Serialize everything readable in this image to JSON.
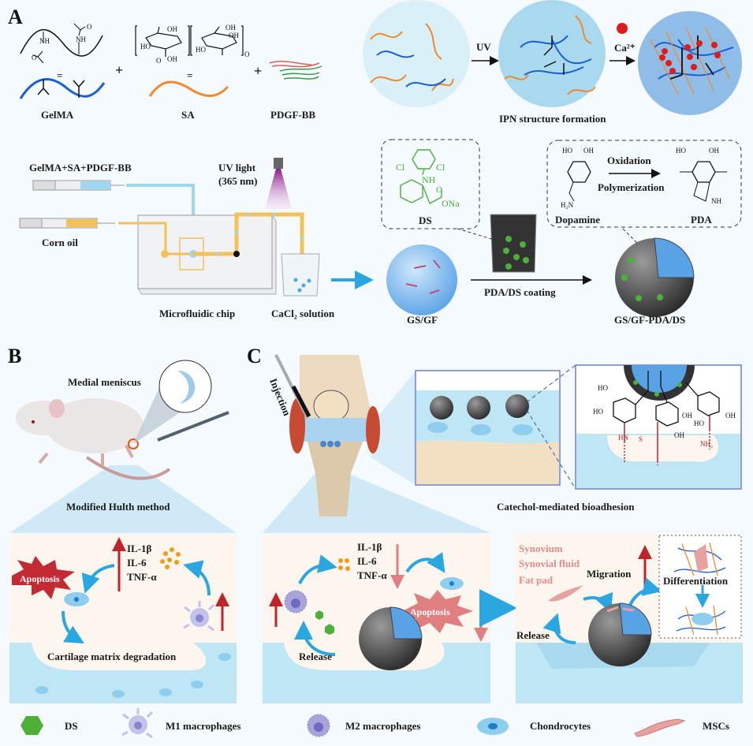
{
  "panels": {
    "A": {
      "letter": "A",
      "components": {
        "gelma": "GelMA",
        "sa": "SA",
        "pdgf": "PDGF-BB",
        "plus": "+",
        "equals": "="
      },
      "ipn": {
        "uv": "UV",
        "ca": "Ca²⁺",
        "caption": "IPN structure formation"
      },
      "chip": {
        "inlet1": "GelMA+SA+PDGF-BB",
        "inlet2": "Corn oil",
        "uv_line1": "UV light",
        "uv_line2": "(365 nm)",
        "chip_label": "Microfluidic chip",
        "bath_label": "CaCl₂ solution"
      },
      "ds_box": {
        "label": "DS",
        "cl": "Cl",
        "nh": "NH",
        "o": "O",
        "ona": "ONa"
      },
      "pda_box": {
        "dopamine": "Dopamine",
        "pda": "PDA",
        "step1": "Oxidation",
        "step2": "Polymerization",
        "ho": "HO",
        "oh": "OH",
        "h2n": "H₂N",
        "nh": "NH"
      },
      "gsgf": "GS/GF",
      "coating": "PDA/DS coating",
      "product": "GS/GF-PDA/DS"
    },
    "B": {
      "letter": "B",
      "meniscus": "Medial meniscus",
      "method": "Modified Hulth method",
      "cytokines": [
        "IL-1β",
        "IL-6",
        "TNF-α"
      ],
      "apoptosis": "Apoptosis",
      "degradation": "Cartilage matrix degradation"
    },
    "C": {
      "letter": "C",
      "injection": "Injection",
      "bioadhesion": "Catechol-mediated bioadhesion",
      "chem": {
        "ho": "HO",
        "oh": "OH",
        "hn": "HN",
        "s": "S",
        "nh2": "NH₂"
      },
      "cytokines": [
        "IL-1β",
        "IL-6",
        "TNF-α"
      ],
      "apoptosis": "Apoptosis",
      "release1": "Release",
      "sources": [
        "Synovium",
        "Synovial fluid",
        "Fat pad"
      ],
      "migration": "Migration",
      "differentiation": "Differentiation",
      "release2": "Release"
    }
  },
  "legend": [
    {
      "icon": "hexagon-icon",
      "label": "DS"
    },
    {
      "icon": "m1-macrophage-icon",
      "label": "M1 macrophages"
    },
    {
      "icon": "m2-macrophage-icon",
      "label": "M2 macrophages"
    },
    {
      "icon": "chondrocyte-icon",
      "label": "Chondrocytes"
    },
    {
      "icon": "msc-icon",
      "label": "MSCs"
    }
  ],
  "colors": {
    "gelma": "#1a5fd6",
    "sa": "#f08a2c",
    "ds": "#4db03a",
    "up_arrow": "#c0242b",
    "flow_arrow": "#2aa6e0",
    "pda": "#333333"
  }
}
